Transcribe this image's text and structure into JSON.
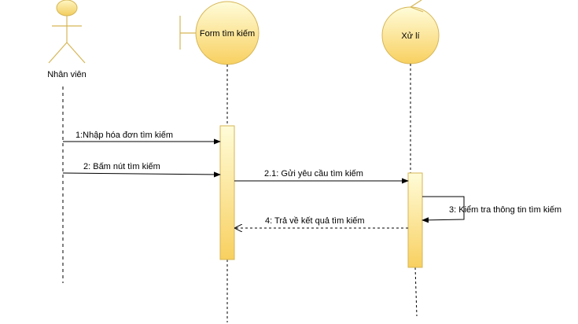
{
  "colors": {
    "fill_top": "#fffcd9",
    "fill_bottom": "#f8d060",
    "stroke": "#d6b656",
    "line": "#000000",
    "background": "#ffffff"
  },
  "participants": [
    {
      "id": "actor",
      "kind": "actor",
      "label": "Nhân viên",
      "icon": "actor-icon"
    },
    {
      "id": "form",
      "kind": "boundary",
      "label": "Form tìm kiếm",
      "icon": "boundary-icon"
    },
    {
      "id": "control",
      "kind": "control",
      "label": "Xử lí",
      "icon": "control-icon"
    }
  ],
  "messages": [
    {
      "id": "m1",
      "label": "1:Nhập hóa đơn tìm kiếm",
      "from": "actor",
      "to": "form",
      "style": "sync"
    },
    {
      "id": "m2",
      "label": "2: Bấm nút tìm kiếm",
      "from": "actor",
      "to": "form",
      "style": "sync"
    },
    {
      "id": "m3",
      "label": "2.1: Gửi yêu cầu tìm kiếm",
      "from": "form",
      "to": "control",
      "style": "sync"
    },
    {
      "id": "m4",
      "label": "3: Kiểm tra thông tin tìm kiếm",
      "from": "control",
      "to": "control",
      "style": "self"
    },
    {
      "id": "m5",
      "label": "4: Trả về kết quả tìm kiếm",
      "from": "control",
      "to": "form",
      "style": "return"
    }
  ]
}
